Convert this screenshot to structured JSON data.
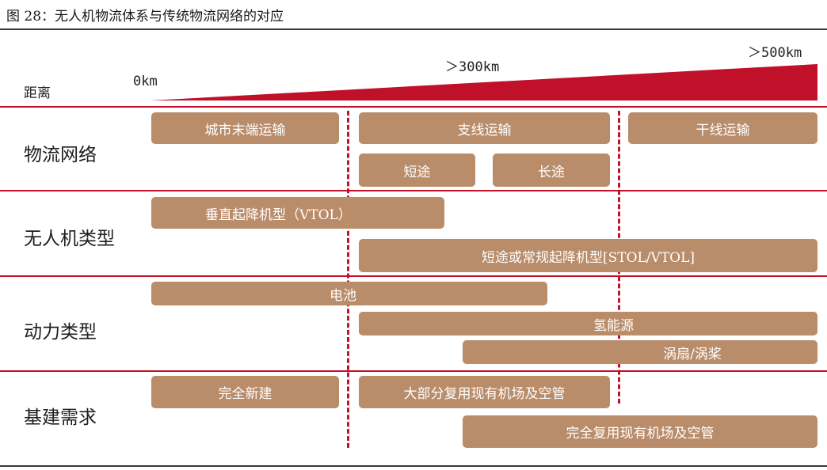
{
  "title": "图 28：无人机物流体系与传统物流网络的对应",
  "distance": {
    "label": "距离",
    "start": "0km",
    "mid": "＞300km",
    "end": "＞500km"
  },
  "rows": {
    "logistics": {
      "label": "物流网络",
      "city": "城市末端运输",
      "branch": "支线运输",
      "trunk": "干线运输",
      "short": "短途",
      "long": "长途"
    },
    "uav_type": {
      "label": "无人机类型",
      "vtol": "垂直起降机型（VTOL）",
      "stol": "短途或常规起降机型[STOL/VTOL]"
    },
    "power": {
      "label": "动力类型",
      "battery": "电池",
      "hydrogen": "氢能源",
      "turbo": "涡扇/涡桨"
    },
    "infra": {
      "label": "基建需求",
      "new": "完全新建",
      "mostly_reuse": "大部分复用现有机场及空管",
      "full_reuse": "完全复用现有机场及空管"
    }
  },
  "colors": {
    "bar": "#b98c6a",
    "accent_red": "#c0102a",
    "separator_dark": "#3a3a3a"
  }
}
